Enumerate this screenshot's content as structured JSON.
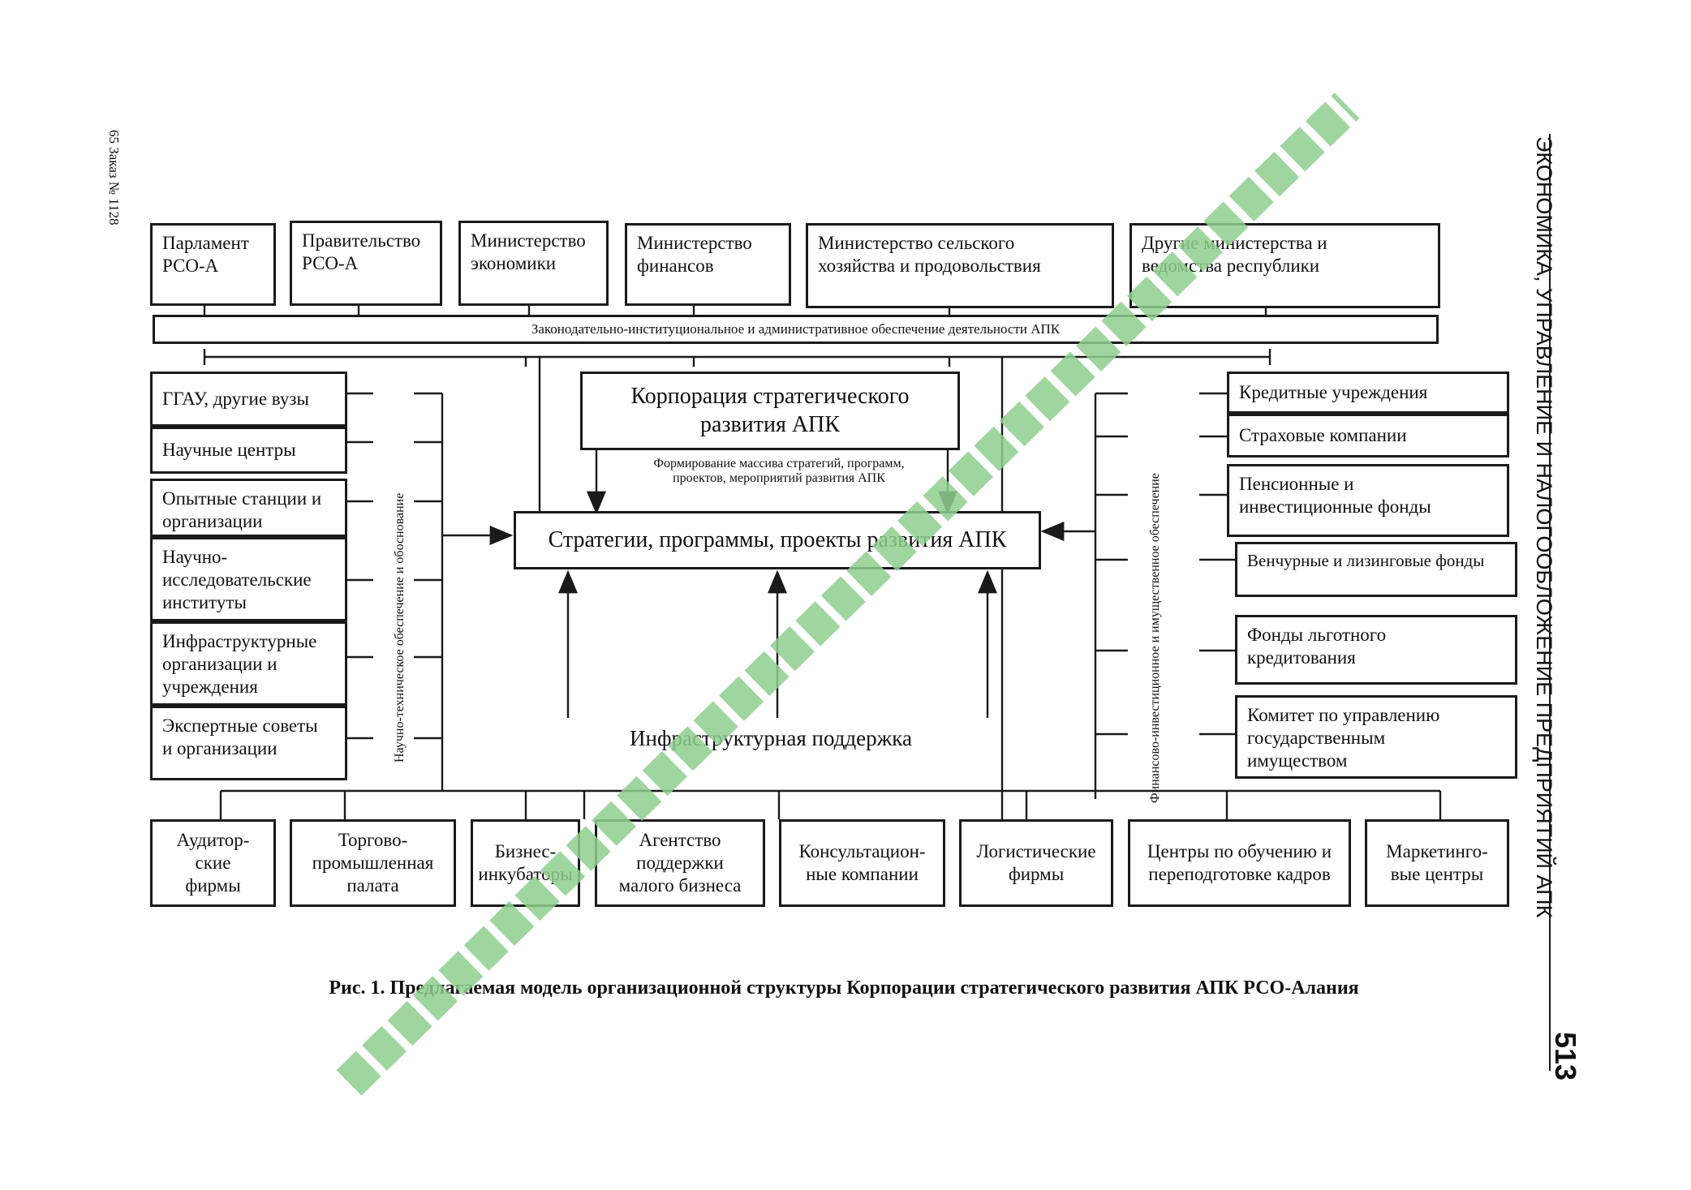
{
  "side_left_code": "65 Заказ № 1128",
  "side_right_title": "ЭКОНОМИКА, УПРАВЛЕНИЕ И НАЛОГООБЛОЖЕНИЕ ПРЕДПРИЯТИЙ АПК",
  "page_number": "513",
  "top_row": [
    "Парламент\nРСО-А",
    "Правительство\nРСО-А",
    "Министерство\nэкономики",
    "Министерство\nфинансов",
    "Министерство сельского\nхозяйства и продовольствия",
    "Другие министерства и\nведомства республики"
  ],
  "legal_bar": "Законодательно-институциональное и административное обеспечение деятельности АПК",
  "left_column": [
    "ГГАУ, другие вузы",
    "Научные центры",
    "Опытные станции и\nорганизации",
    "Научно-\nисследовательские\nинституты",
    "Инфраструктурные\nорганизации и\nучреждения",
    "Экспертные советы\nи организации"
  ],
  "left_vertical_label": "Научно-техническое обеспечение и обоснование",
  "corporation": "Корпорация стратегического\nразвития АПК",
  "formation_note": "Формирование массива стратегий, программ,\nпроектов, мероприятий  развития АПК",
  "strategies": "Стратегии, программы, проекты  развития АПК",
  "infrastructure": "Инфраструктурная поддержка",
  "right_vertical_label": "Финансово-инвестиционное и имущественное обеспечение",
  "right_column": [
    "Кредитные учреждения",
    "Страховые компании",
    "Пенсионные и\nинвестиционные фонды",
    "Венчурные и лизинговые фонды",
    "Фонды льготного\nкредитования",
    "Комитет по управлению\nгосударственным\nимуществом"
  ],
  "bottom_row": [
    "Аудитор-\nские\nфирмы",
    "Торгово-\nпромышленная\nпалата",
    "Бизнес-\nинкубаторы",
    "Агентство\nподдержки\nмалого бизнеса",
    "Консультацион-\nные компании",
    "Логистические\nфирмы",
    "Центры по обучению и\nпереподготовке кадров",
    "Маркетинго-\nвые центры"
  ],
  "caption": "Рис. 1. Предлагаемая модель организационной структуры Корпорации стратегического развития АПК РСО-Алания",
  "colors": {
    "line": "#1a1a1a",
    "watermark": "#8fd08f"
  }
}
